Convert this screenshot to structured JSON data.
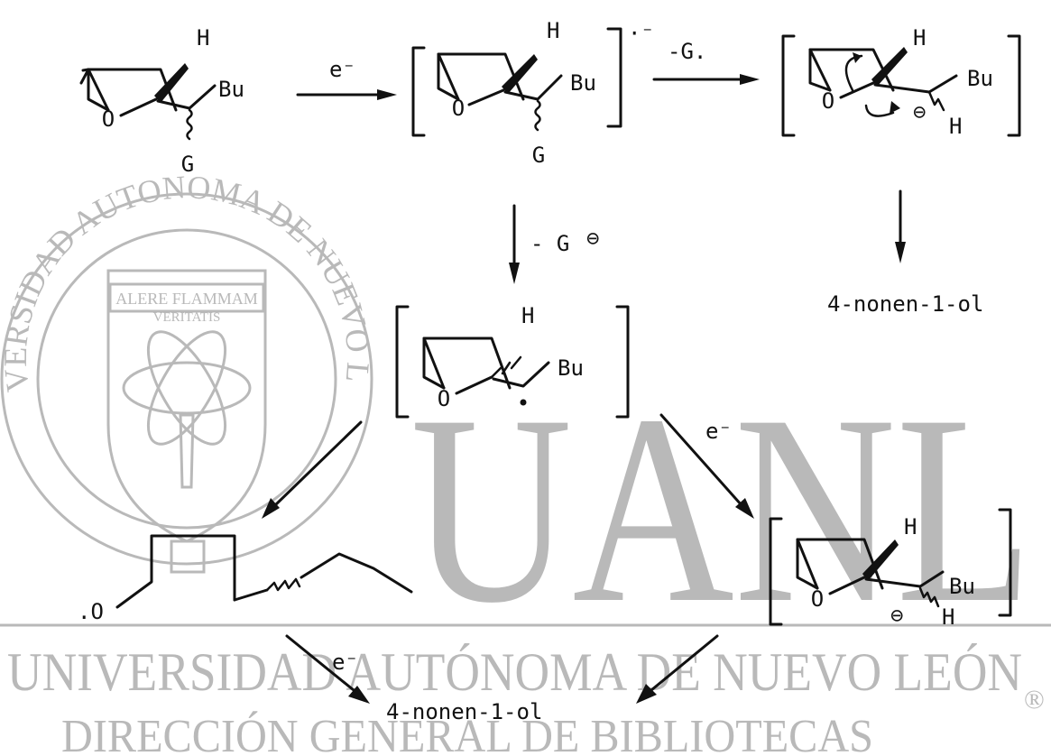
{
  "watermark": {
    "big_text": "UANL",
    "university_line": "UNIVERSIDAD AUTÓNOMA DE NUEVO LEÓN",
    "library_line": "DIRECCIÓN GENERAL DE BIBLIOTECAS",
    "seal_ring_text": "UNIVERSIDAD AUTONOMA DE NUEVO LEON",
    "seal_motto_1": "ALERE FLAMMAM",
    "seal_motto_2": "VERITATIS",
    "registered_mark": "®"
  },
  "scheme": {
    "atoms": {
      "hydrogen": "H",
      "butyl": "Bu",
      "group": "G",
      "oxygen": "O",
      "oxy_radical": ".O"
    },
    "reagents": {
      "electron": "e⁻",
      "minus_g_radical": "-G.",
      "minus_g_anion": "- G",
      "radical_anion_charge": "·⁻",
      "anion_symbol": "⊖"
    },
    "products": {
      "product_right": "4-nonen-1-ol",
      "product_bottom": "4-nonen-1-ol"
    }
  }
}
